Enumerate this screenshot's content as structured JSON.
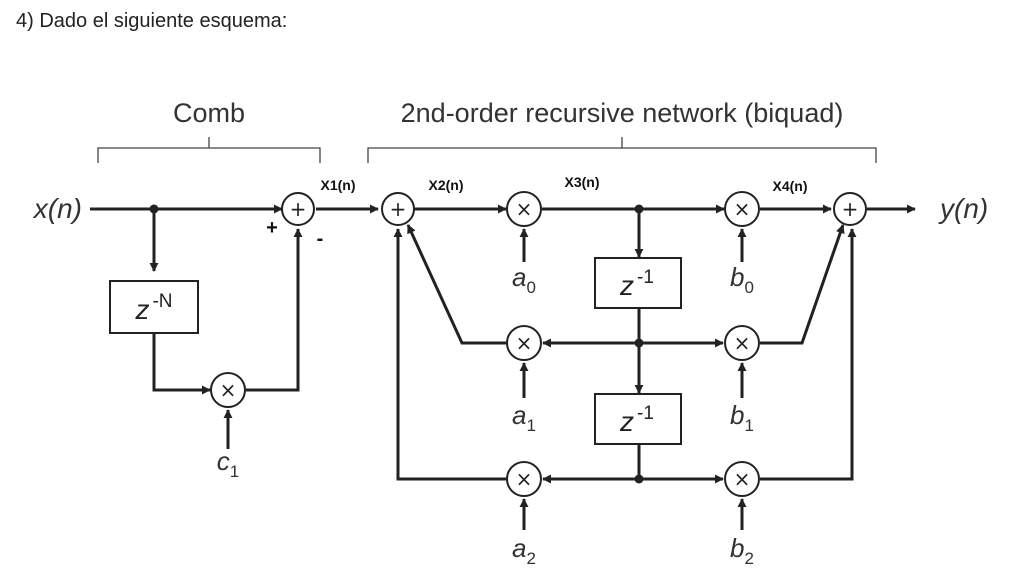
{
  "heading": "4) Dado el siguiente esquema:",
  "sections": {
    "comb": "Comb",
    "biquad": "2nd-order recursive network (biquad)"
  },
  "signals": {
    "input": "x(n)",
    "output": "y(n)",
    "x1": "X1(n)",
    "x2": "X2(n)",
    "x3": "X3(n)",
    "x4": "X4(n)"
  },
  "comb": {
    "delay": {
      "base": "z",
      "exp": "-N"
    },
    "coef": {
      "sym": "c",
      "sub": "1"
    },
    "signs": {
      "plus": "+",
      "minus": "-"
    }
  },
  "biquad": {
    "delay": {
      "base": "z",
      "exp": "-1"
    },
    "feedback_coefs": [
      {
        "sym": "a",
        "sub": "0"
      },
      {
        "sym": "a",
        "sub": "1"
      },
      {
        "sym": "a",
        "sub": "2"
      }
    ],
    "feedforward_coefs": [
      {
        "sym": "b",
        "sub": "0"
      },
      {
        "sym": "b",
        "sub": "1"
      },
      {
        "sym": "b",
        "sub": "2"
      }
    ]
  },
  "symbols": {
    "adder": "+",
    "multiplier": "×"
  }
}
